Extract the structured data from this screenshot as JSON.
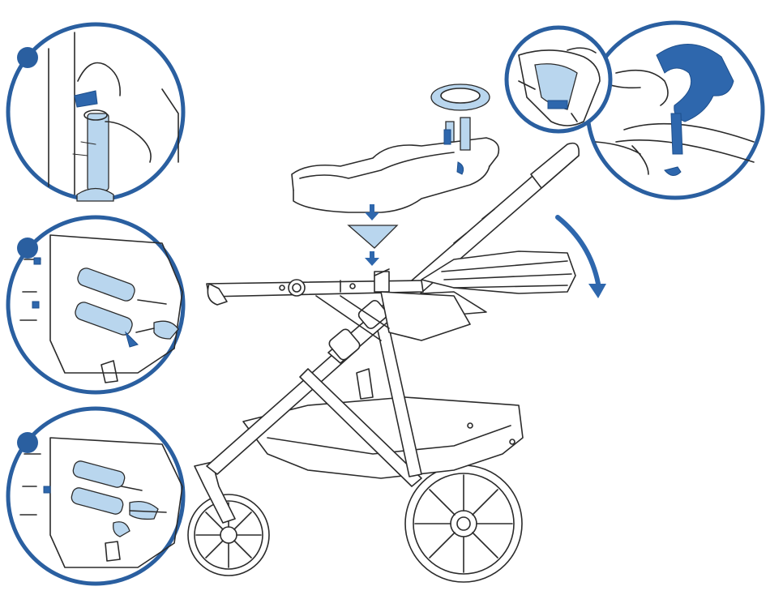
{
  "figure": {
    "colors": {
      "accent": "#2a5fa0",
      "highlight": "#b9d6ee",
      "line": "#2b2b2b"
    },
    "callouts": [
      {
        "name": "callout-strap-buckle-detail",
        "marker": "step-dot"
      },
      {
        "name": "callout-harness-straps-detail",
        "marker": "step-dot"
      },
      {
        "name": "callout-harness-buckled-detail",
        "marker": "step-dot"
      },
      {
        "name": "callout-bumper-bar-removal",
        "marker": "none"
      },
      {
        "name": "callout-bumper-bar-hand",
        "marker": "none"
      }
    ],
    "icons": [
      "down-arrow-icon",
      "rotate-arrow-icon",
      "step-dot-icon"
    ]
  }
}
